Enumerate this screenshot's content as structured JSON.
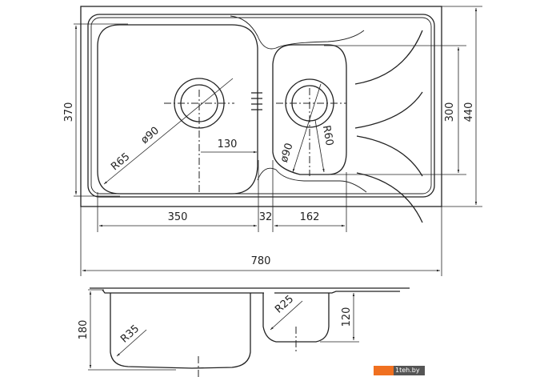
{
  "top_view": {
    "dimensions": {
      "overall_length": "780",
      "overall_width": "440",
      "large_bowl_depth": "370",
      "small_bowl_depth": "300",
      "large_bowl_width": "350",
      "bowl_gap": "32",
      "small_bowl_width": "162",
      "drain_offset": "130",
      "large_corner_radius": "R65",
      "large_drain_diameter": "ø90",
      "small_drain_diameter": "ø90",
      "small_corner_radius": "R60"
    }
  },
  "side_view": {
    "dimensions": {
      "large_bowl_height": "180",
      "small_bowl_height": "120",
      "large_bottom_radius": "R35",
      "small_bottom_radius": "R25"
    }
  },
  "watermark": "1teh.by"
}
